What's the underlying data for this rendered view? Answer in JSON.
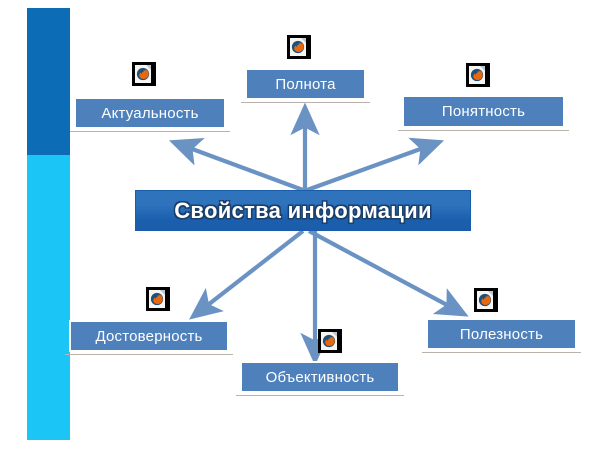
{
  "slide": {
    "title_text": "Свойства информации",
    "background_color": "#ffffff"
  },
  "accent_bar": {
    "name": "left-accent-bar",
    "top_color": "#0c6cb6",
    "bottom_color": "#1bc5f5"
  },
  "center_node": {
    "label": "Свойства информации",
    "fill_color": "#2f73bd",
    "text_color": "#ffffff"
  },
  "nodes": [
    {
      "id": "aktualnost",
      "label": "Актуальность",
      "icon": "firefox-document-icon"
    },
    {
      "id": "polnota",
      "label": "Полнота",
      "icon": "firefox-document-icon"
    },
    {
      "id": "ponyatnost",
      "label": "Понятность",
      "icon": "firefox-document-icon"
    },
    {
      "id": "dostovernost",
      "label": "Достоверность",
      "icon": "firefox-document-icon"
    },
    {
      "id": "obektivnost",
      "label": "Объективность",
      "icon": "firefox-document-icon"
    },
    {
      "id": "poleznost",
      "label": "Полезность",
      "icon": "firefox-document-icon"
    }
  ],
  "arrows": {
    "color": "#6a93c4",
    "count": 6,
    "description": "Six arrows radiating from the central node to each property node"
  },
  "node_style": {
    "fill_color": "#4e80bc",
    "border_color": "#ffffff",
    "text_color": "#ffffff"
  }
}
